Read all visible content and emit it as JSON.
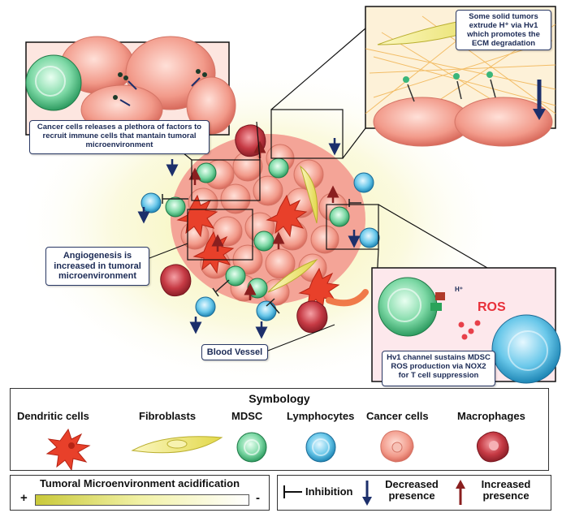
{
  "callouts": {
    "top_left": "Cancer cells releases a plethora of factors to recruit immune cells that mantain tumoral microenvironment",
    "top_right": "Some solid tumors extrude H⁺ via Hv1 which promotes the ECM degradation",
    "angiogenesis": "Angiogenesis is increased in tumoral microenvironment",
    "blood_vessel": "Blood Vessel",
    "mdsc_ros": "Hv1 channel sustains MDSC ROS production via NOX2 for T cell suppression",
    "ros_label": "ROS",
    "proton_label": "H⁺"
  },
  "legend": {
    "title": "Symbology",
    "items": [
      {
        "label": "Dendritic cells",
        "icon": "dendritic-cell-icon"
      },
      {
        "label": "Fibroblasts",
        "icon": "fibroblast-icon"
      },
      {
        "label": "MDSC",
        "icon": "mdsc-icon"
      },
      {
        "label": "Lymphocytes",
        "icon": "lymphocyte-icon"
      },
      {
        "label": "Cancer cells",
        "icon": "cancer-cell-icon"
      },
      {
        "label": "Macrophages",
        "icon": "macrophage-icon"
      }
    ]
  },
  "acidification": {
    "title": "Tumoral Microenvironment acidification",
    "plus": "+",
    "minus": "-"
  },
  "key": {
    "inhibition": "Inhibition",
    "decreased": "Decreased presence",
    "increased": "Increased presence"
  },
  "colors": {
    "mdsc": "#52c48a",
    "lymphocyte": "#3fb0d8",
    "cancer": "#f29a8a",
    "macrophage": "#b8303a",
    "dendritic": "#e8402a",
    "fibroblast": "#e6e070",
    "decreased_arrow": "#1c2f6b",
    "increased_arrow": "#8a1f1f",
    "callout_border": "#2b3a66"
  }
}
